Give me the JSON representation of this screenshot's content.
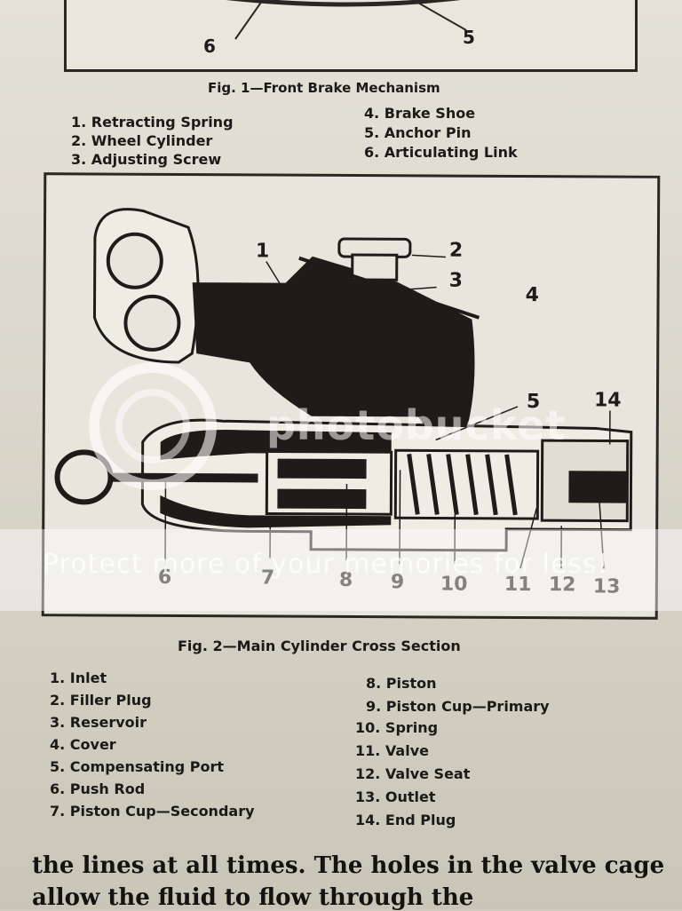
{
  "fig1": {
    "callouts": [
      "6",
      "5"
    ],
    "caption": "Fig. 1—Front Brake Mechanism",
    "legend": [
      "1. Retracting Spring",
      "2. Wheel Cylinder",
      "3. Adjusting Screw",
      "4. Brake Shoe",
      "5. Anchor Pin",
      "6. Articulating Link"
    ]
  },
  "fig2": {
    "callouts": [
      "1",
      "2",
      "3",
      "4",
      "5",
      "14",
      "6",
      "7",
      "8",
      "9",
      "10",
      "11",
      "12",
      "13"
    ],
    "caption": "Fig. 2—Main Cylinder Cross Section",
    "legend": [
      "1. Inlet",
      "2. Filler Plug",
      "3. Reservoir",
      "4. Cover",
      "5. Compensating Port",
      "6. Push Rod",
      "7. Piston Cup—Secondary",
      "8. Piston",
      "9. Piston Cup—Primary",
      "10. Spring",
      "11. Valve",
      "12. Valve Seat",
      "13. Outlet",
      "14. End Plug"
    ]
  },
  "watermark": {
    "logo": "photobucket",
    "text": "Protect more of your memories for less!"
  },
  "body_text": [
    "the lines at all times. The holes in the valve cage",
    "allow the fluid to flow through the"
  ]
}
